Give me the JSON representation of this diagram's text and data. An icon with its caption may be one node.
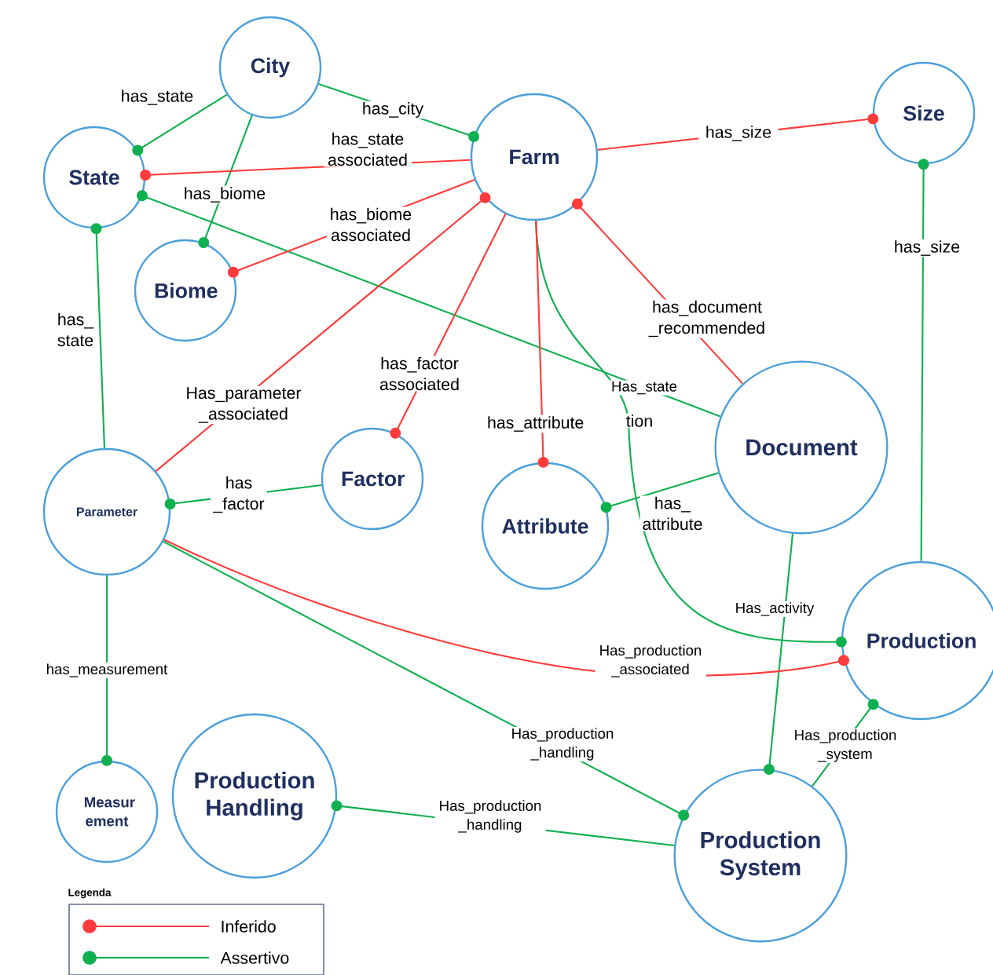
{
  "diagram": {
    "nodes": [
      {
        "text": [
          "City"
        ]
      },
      {
        "text": [
          "State"
        ]
      },
      {
        "text": [
          "Farm"
        ]
      },
      {
        "text": [
          "Size"
        ]
      },
      {
        "text": [
          "Biome"
        ]
      },
      {
        "text": [
          "Factor"
        ]
      },
      {
        "text": [
          "Parameter"
        ]
      },
      {
        "text": [
          "Attribute"
        ]
      },
      {
        "text": [
          "Document"
        ]
      },
      {
        "text": [
          "Production"
        ]
      },
      {
        "text": [
          "Production Handling"
        ]
      },
      {
        "text": [
          "Measur ement"
        ]
      },
      {
        "text": [
          "Production System"
        ]
      }
    ],
    "edges": [
      {
        "from": 0,
        "to": 1,
        "arrow": "other",
        "label": "has_state"
      },
      {
        "from": 0,
        "to": 2,
        "arrow": "other",
        "label": "has_city"
      },
      {
        "from": 0,
        "to": 4,
        "arrow": "other",
        "label": "has_biome"
      },
      {
        "from": 6,
        "to": 1,
        "arrow": "other",
        "label": "has_ state"
      },
      {
        "from": 8,
        "to": 1,
        "arrow": "other",
        "label": "Has_state"
      },
      {
        "from": 2,
        "to": 9,
        "arrow": "other",
        "label": "tion"
      },
      {
        "from": 8,
        "to": 12,
        "arrow": "other",
        "label": "Has_activity"
      },
      {
        "from": 8,
        "to": 7,
        "arrow": "other",
        "label": "has_ attribute"
      },
      {
        "from": 5,
        "to": 6,
        "arrow": "other",
        "label": "has _factor"
      },
      {
        "from": 6,
        "to": 11,
        "arrow": "other",
        "label": "has_measurement"
      },
      {
        "from": 6,
        "to": 12,
        "arrow": "other",
        "label": "Has_production _handling"
      },
      {
        "from": 12,
        "to": 10,
        "arrow": "other",
        "label": "Has_production _handling"
      },
      {
        "from": 12,
        "to": 9,
        "arrow": "other",
        "label": "Has_production _system"
      },
      {
        "from": 9,
        "to": 3,
        "arrow": "other",
        "label": "has_size"
      },
      {
        "from": 2,
        "to": 1,
        "arrow": "other",
        "label": "has_state associated",
        "color": "#ff3b3b"
      },
      {
        "from": 2,
        "to": 4,
        "arrow": "other",
        "label": "has_biome associated",
        "color": "#ff3b3b"
      },
      {
        "from": 2,
        "to": 3,
        "arrow": "other",
        "label": "has_size",
        "color": "#ff3b3b"
      },
      {
        "from": 6,
        "to": 2,
        "arrow": "other",
        "label": "Has_parameter _associated",
        "color": "#ff3b3b"
      },
      {
        "from": 2,
        "to": 5,
        "arrow": "other",
        "label": "has_factor associated",
        "color": "#ff3b3b"
      },
      {
        "from": 2,
        "to": 7,
        "arrow": "other",
        "label": "has_attribute",
        "color": "#ff3b3b"
      },
      {
        "from": 8,
        "to": 2,
        "arrow": "other",
        "label": "has_document _recommended",
        "color": "#ff3b3b"
      },
      {
        "from": 6,
        "to": 9,
        "arrow": "other",
        "label": "Has_production _associated",
        "color": "#ff3b3b"
      }
    ],
    "labels": [
      "Legenda"
    ],
    "legend": [
      {
        "text": "Inferido"
      },
      {
        "text": "Assertivo"
      }
    ]
  }
}
